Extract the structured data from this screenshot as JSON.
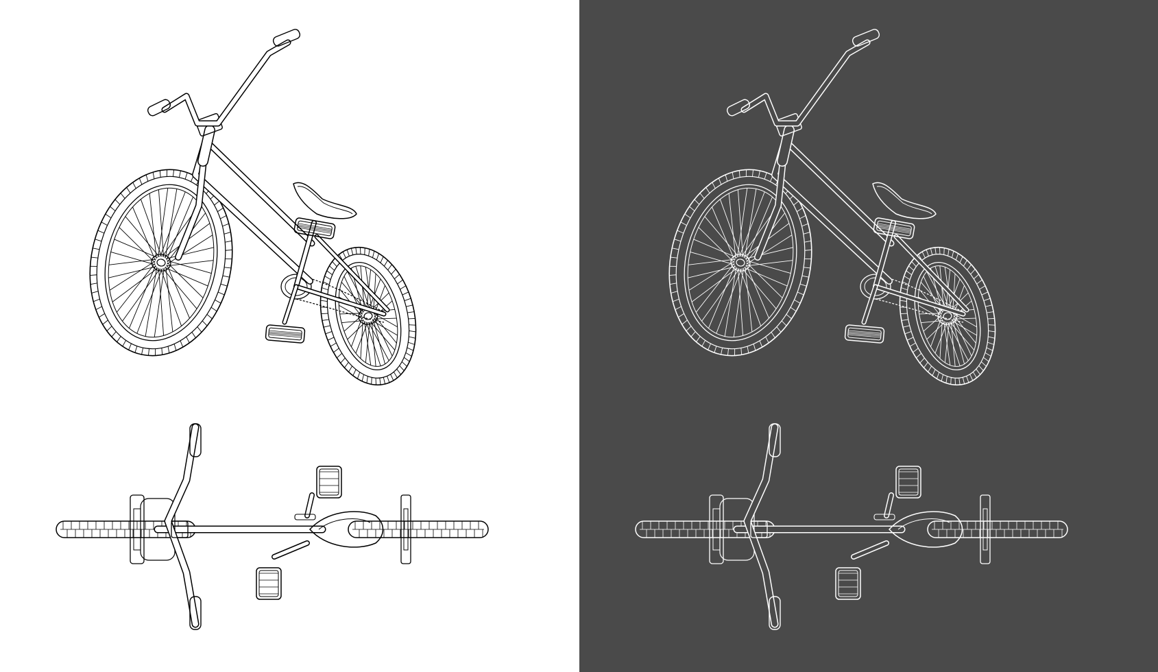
{
  "panels": [
    {
      "name": "light-panel",
      "background": "#ffffff",
      "stroke": "#000000"
    },
    {
      "name": "dark-panel",
      "background": "#4a4a4a",
      "stroke": "#ffffff"
    }
  ],
  "drawing": {
    "subject": "bmx-bicycle",
    "views": [
      "perspective-view",
      "top-view"
    ]
  }
}
